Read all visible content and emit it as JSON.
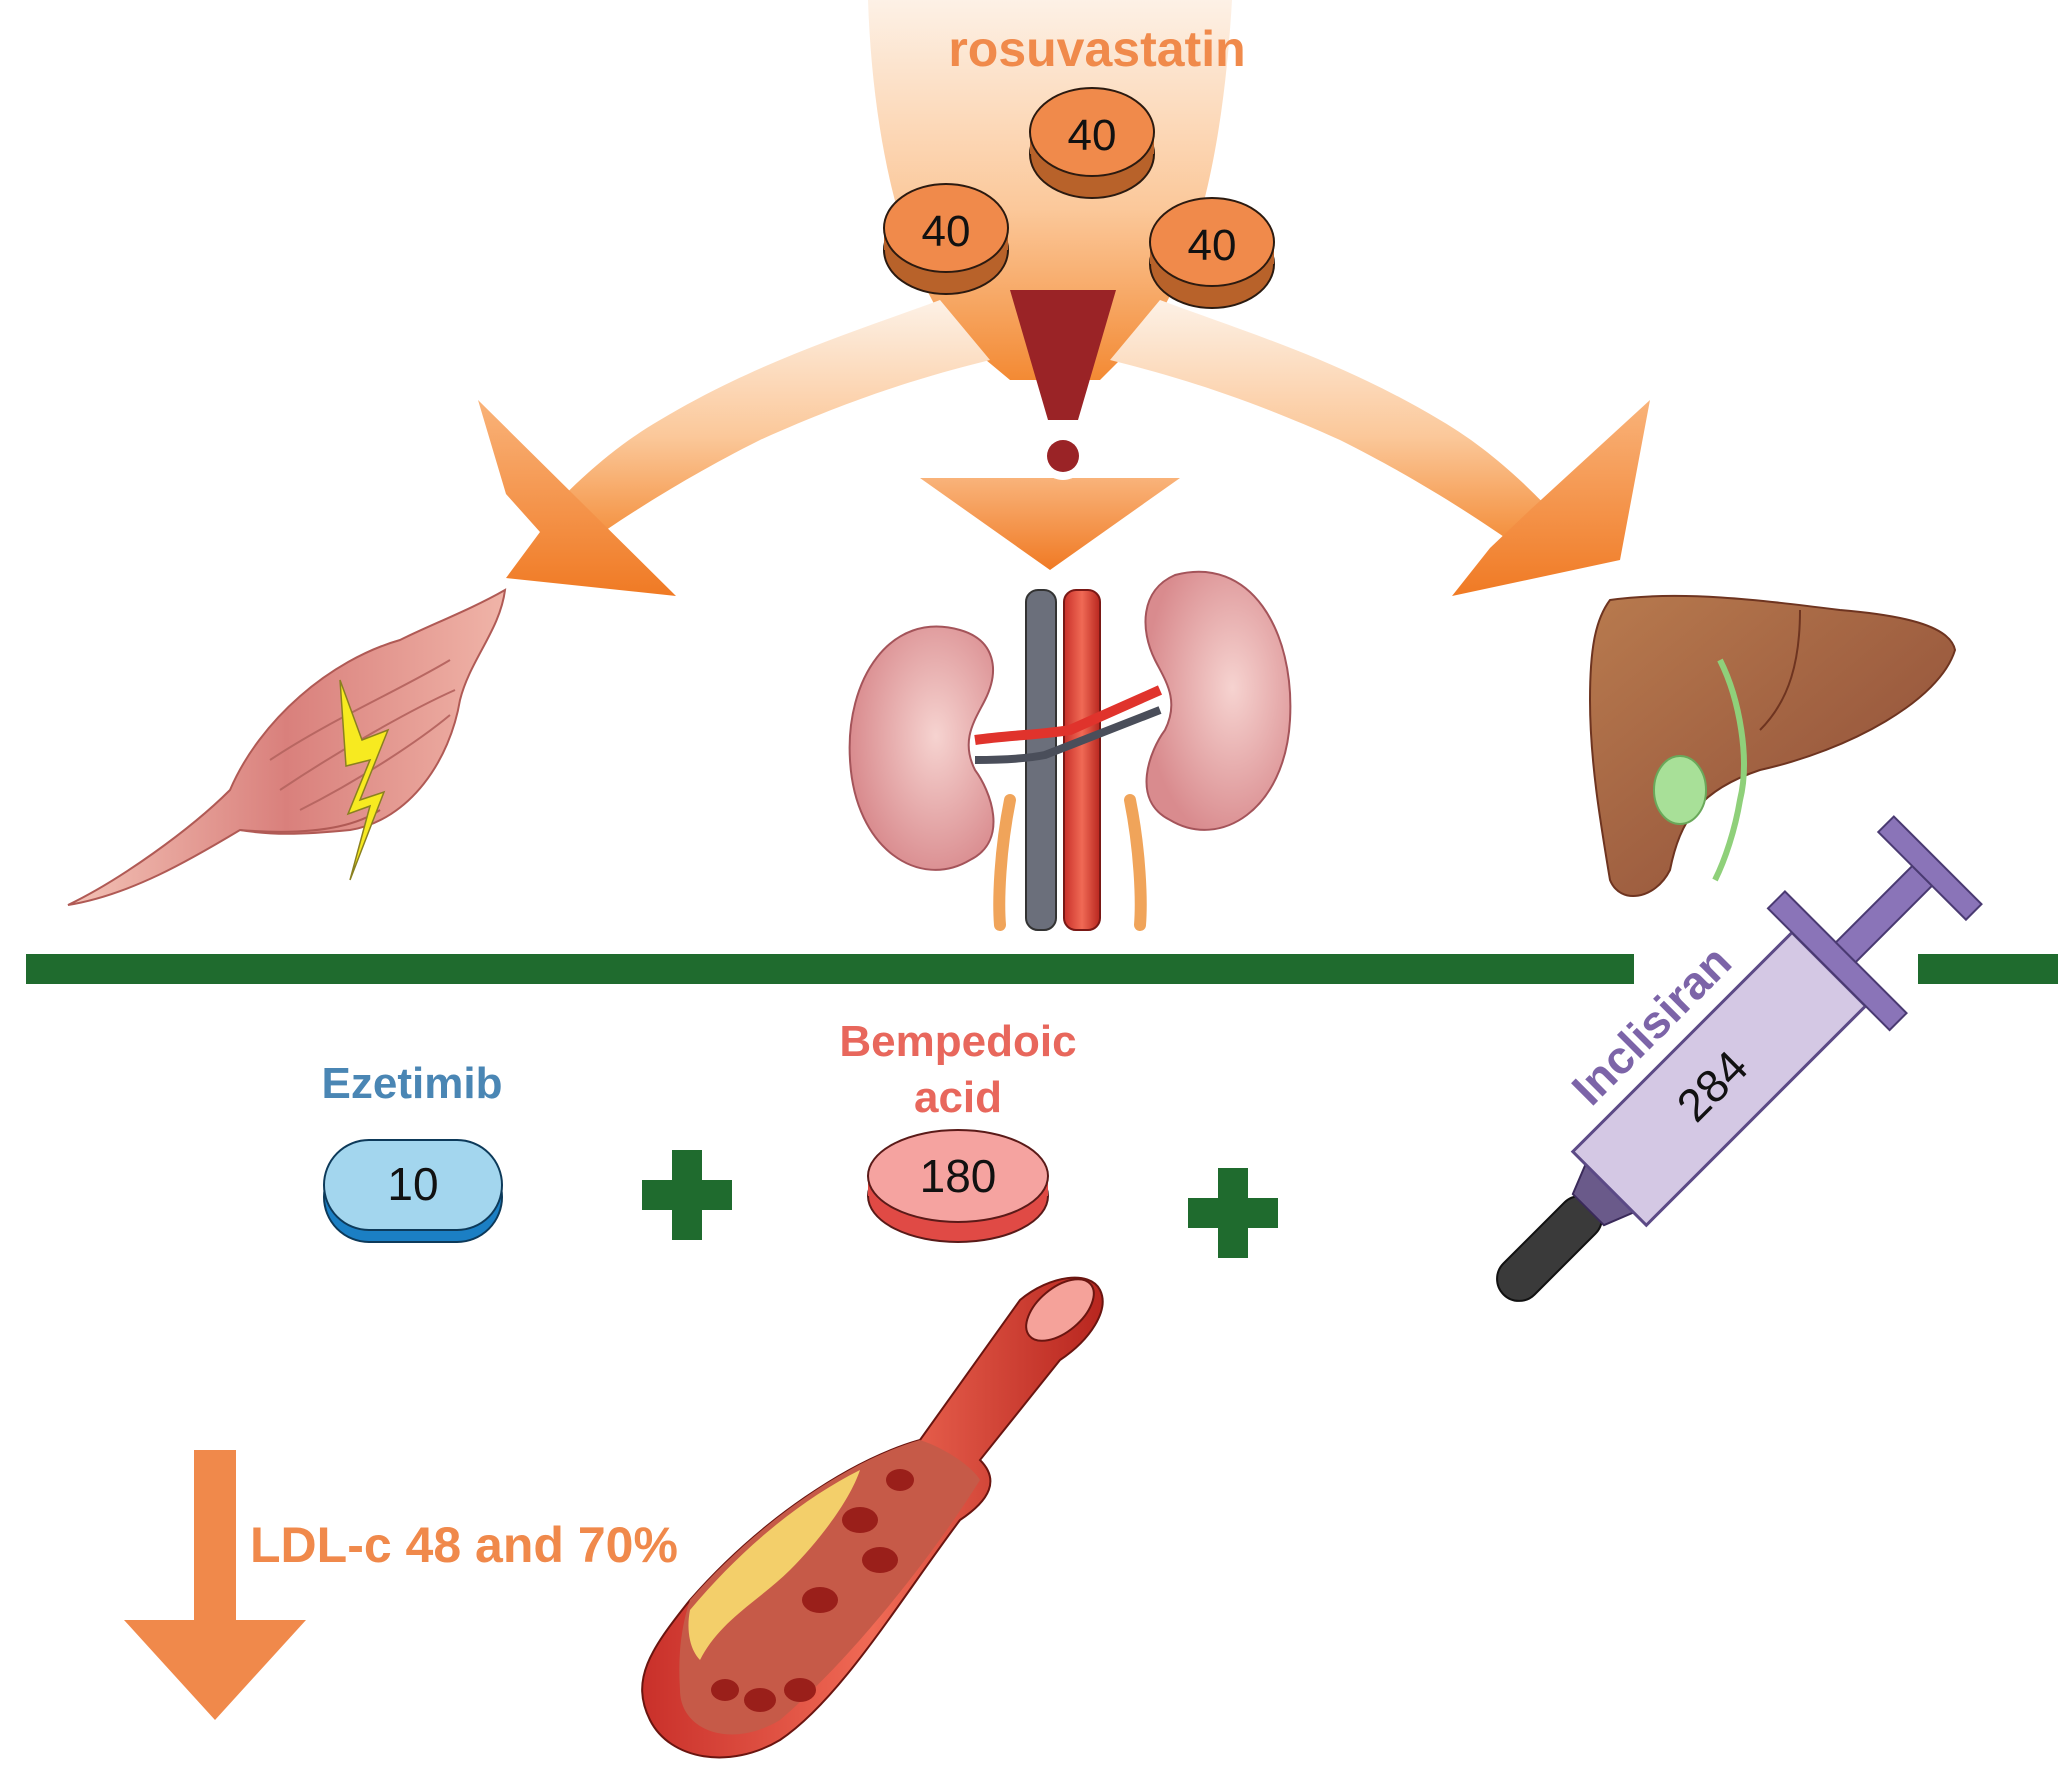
{
  "statin": {
    "label": "rosuvastatin",
    "pills": [
      "40",
      "40",
      "40"
    ],
    "color": "#f08a4b"
  },
  "organs": [
    "muscle-icon",
    "kidney-icon",
    "liver-icon"
  ],
  "therapies": {
    "ezetimib": {
      "label": "Ezetimib",
      "dose": "10",
      "color": "#4a86b4"
    },
    "bempedoic": {
      "label_line1": "Bempedoic",
      "label_line2": "acid",
      "dose": "180",
      "color": "#e8675c"
    },
    "inclisiran": {
      "label": "Inclisiran",
      "dose": "284",
      "color": "#7c64a8"
    },
    "plus_symbol": "plus-icon",
    "plus_color": "#1f6b2e"
  },
  "outcome": {
    "label": "LDL-c 48 and 70%",
    "arrow_icon": "down-arrow-icon",
    "color": "#f0894b"
  },
  "divider_color": "#1f6b2e"
}
